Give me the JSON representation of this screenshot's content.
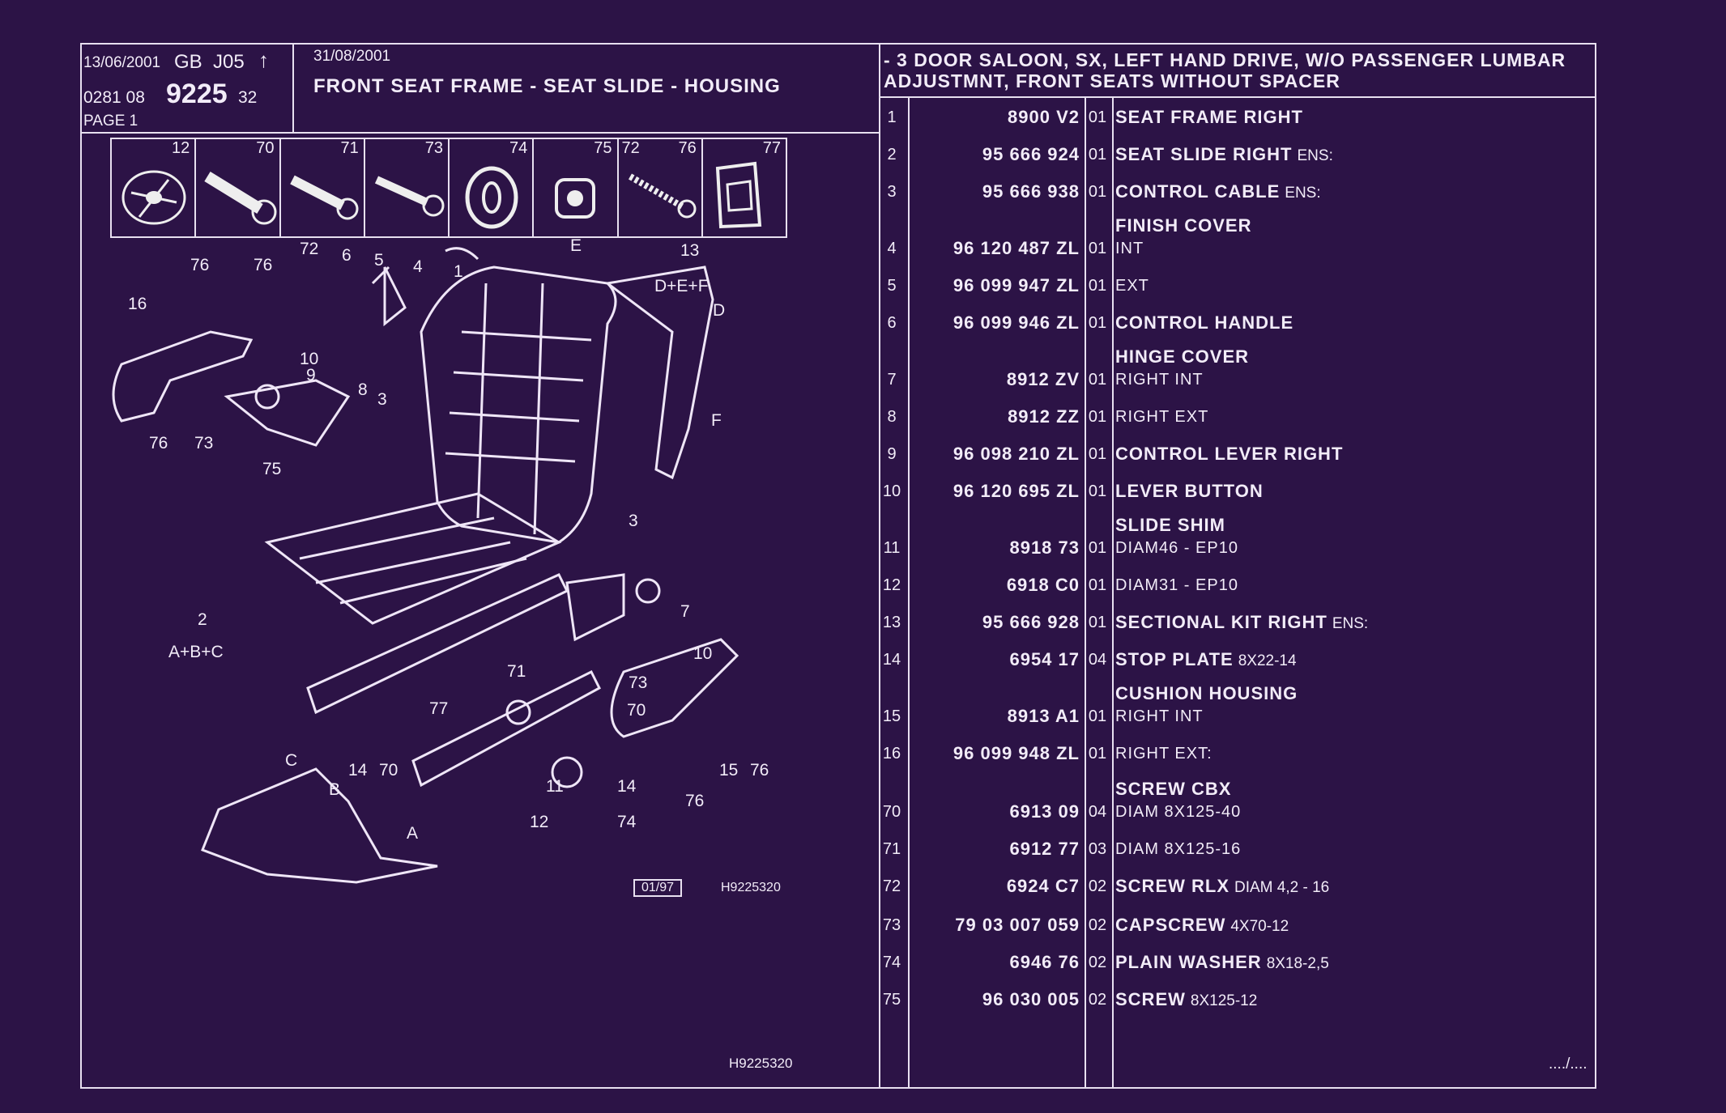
{
  "header": {
    "date1": "13/06/2001",
    "lang": "GB",
    "code": "J05",
    "arrow": "↑",
    "catalog_prefix": "0281 08",
    "catalog_main": "9225",
    "catalog_suffix": "32",
    "page": "PAGE 1",
    "date2": "31/08/2001",
    "title": "FRONT SEAT FRAME - SEAT SLIDE - HOUSING",
    "applicability_line1": "- 3 DOOR SALOON, SX, LEFT HAND DRIVE, W/O PASSENGER LUMBAR",
    "applicability_line2": "ADJUSTMNT, FRONT SEATS WITHOUT SPACER"
  },
  "thumbnails": [
    "12",
    "70",
    "71",
    "73",
    "74",
    "75",
    "72",
    "76",
    "77"
  ],
  "diagram": {
    "labels": {
      "l76a": "76",
      "l76b": "76",
      "l72": "72",
      "l6": "6",
      "l5": "5",
      "l4": "4",
      "l1": "1",
      "lE": "E",
      "l13": "13",
      "lDEF": "D+E+F",
      "lD": "D",
      "l16": "16",
      "l10a": "10",
      "l9": "9",
      "l8": "8",
      "l3a": "3",
      "lF": "F",
      "l76c": "76",
      "l73a": "73",
      "l75": "75",
      "l3b": "3",
      "l2": "2",
      "lABC": "A+B+C",
      "l7": "7",
      "l10b": "10",
      "l73b": "73",
      "l71": "71",
      "l77": "77",
      "l70a": "70",
      "lC": "C",
      "l14a": "14",
      "l70b": "70",
      "l15": "15",
      "l76d": "76",
      "l11": "11",
      "l14b": "14",
      "l76e": "76",
      "lB": "B",
      "l12": "12",
      "l74": "74",
      "lA": "A"
    },
    "date_box": "01/97",
    "ref_small": "H9225320"
  },
  "footer": {
    "ref": "H9225320",
    "continuation": "..../...."
  },
  "parts": [
    {
      "no": "1",
      "ref": "8900 V2",
      "qty": "01",
      "name": "SEAT FRAME RIGHT",
      "desc": ""
    },
    {
      "no": "2",
      "ref": "95 666 924",
      "qty": "01",
      "name": "SEAT SLIDE RIGHT",
      "desc": "ENS:"
    },
    {
      "no": "3",
      "ref": "95 666 938",
      "qty": "01",
      "name": "CONTROL CABLE",
      "desc": "ENS:"
    },
    {
      "no": "4",
      "ref": "96 120 487 ZL",
      "qty": "01",
      "group": "FINISH COVER",
      "sub": "INT"
    },
    {
      "no": "5",
      "ref": "96 099 947 ZL",
      "qty": "01",
      "sub": "EXT"
    },
    {
      "no": "6",
      "ref": "96 099 946 ZL",
      "qty": "01",
      "name": "CONTROL HANDLE",
      "desc": ""
    },
    {
      "no": "7",
      "ref": "8912 ZV",
      "qty": "01",
      "group": "HINGE COVER",
      "sub": "RIGHT INT"
    },
    {
      "no": "8",
      "ref": "8912 ZZ",
      "qty": "01",
      "sub": "RIGHT EXT"
    },
    {
      "no": "9",
      "ref": "96 098 210 ZL",
      "qty": "01",
      "name": "CONTROL LEVER RIGHT",
      "desc": ""
    },
    {
      "no": "10",
      "ref": "96 120 695 ZL",
      "qty": "01",
      "name": "LEVER BUTTON",
      "desc": ""
    },
    {
      "no": "11",
      "ref": "8918 73",
      "qty": "01",
      "group": "SLIDE SHIM",
      "sub": "DIAM46 - EP10"
    },
    {
      "no": "12",
      "ref": "6918 C0",
      "qty": "01",
      "sub": "DIAM31 - EP10"
    },
    {
      "no": "13",
      "ref": "95 666 928",
      "qty": "01",
      "name": "SECTIONAL KIT RIGHT",
      "desc": "ENS:"
    },
    {
      "no": "14",
      "ref": "6954 17",
      "qty": "04",
      "name": "STOP PLATE",
      "desc": "8X22-14"
    },
    {
      "no": "15",
      "ref": "8913 A1",
      "qty": "01",
      "group": "CUSHION HOUSING",
      "sub": "RIGHT INT"
    },
    {
      "no": "16",
      "ref": "96 099 948 ZL",
      "qty": "01",
      "sub": "RIGHT EXT:"
    },
    {
      "no": "70",
      "ref": "6913 09",
      "qty": "04",
      "group": "SCREW CBX",
      "sub": "DIAM 8X125-40"
    },
    {
      "no": "71",
      "ref": "6912 77",
      "qty": "03",
      "sub": "DIAM 8X125-16"
    },
    {
      "no": "72",
      "ref": "6924 C7",
      "qty": "02",
      "name": "SCREW RLX",
      "desc": "DIAM 4,2 - 16"
    },
    {
      "no": "73",
      "ref": "79 03 007 059",
      "qty": "02",
      "name": "CAPSCREW",
      "desc": "4X70-12"
    },
    {
      "no": "74",
      "ref": "6946 76",
      "qty": "02",
      "name": "PLAIN WASHER",
      "desc": "8X18-2,5"
    },
    {
      "no": "75",
      "ref": "96 030 005",
      "qty": "02",
      "name": "SCREW",
      "desc": "8X125-12"
    }
  ],
  "colors": {
    "background": "#2c1346",
    "ink": "#f2ecf8"
  }
}
